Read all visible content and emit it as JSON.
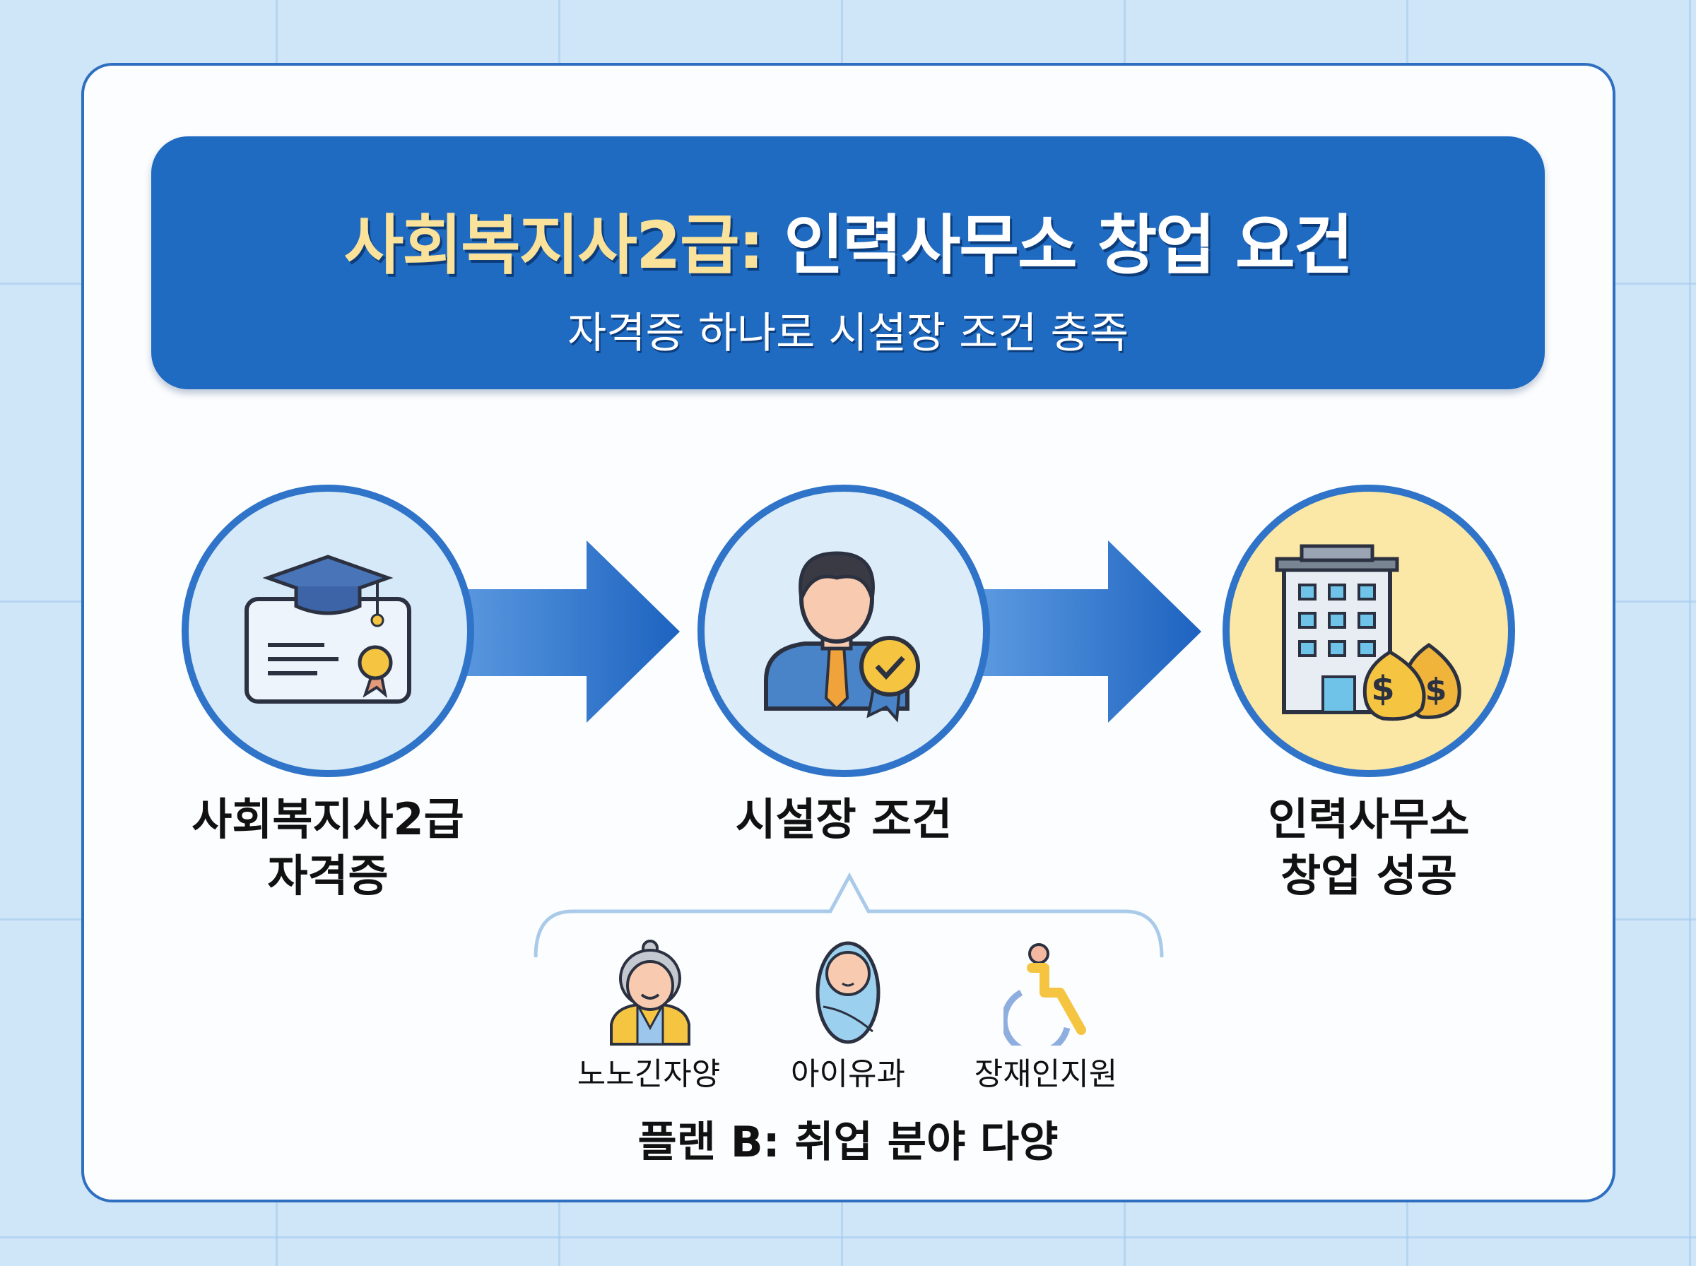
{
  "header": {
    "title_highlight": "사회복지사2급:",
    "title_rest": " 인력사무소 창업 요건",
    "subtitle": "자격증 하나로 시설장 조건 충족"
  },
  "steps": [
    {
      "line1": "사회복지사2급",
      "line2": "자격증",
      "icon": "certificate-icon"
    },
    {
      "line1": "시설장 조건",
      "icon": "manager-badge-icon"
    },
    {
      "line1": "인력사무소",
      "line2": "창업 성공",
      "icon": "office-building-money-icon"
    }
  ],
  "plan_b": {
    "items": [
      {
        "label": "노노긴자양",
        "icon": "elderly-woman-icon"
      },
      {
        "label": "아이유과",
        "icon": "baby-icon"
      },
      {
        "label": "장재인지원",
        "icon": "wheelchair-icon"
      }
    ],
    "title": "플랜 B: 취업 분야 다양"
  },
  "colors": {
    "primary": "#1f6bc2",
    "highlight": "#fbe29a",
    "background": "#cfe5f8"
  }
}
